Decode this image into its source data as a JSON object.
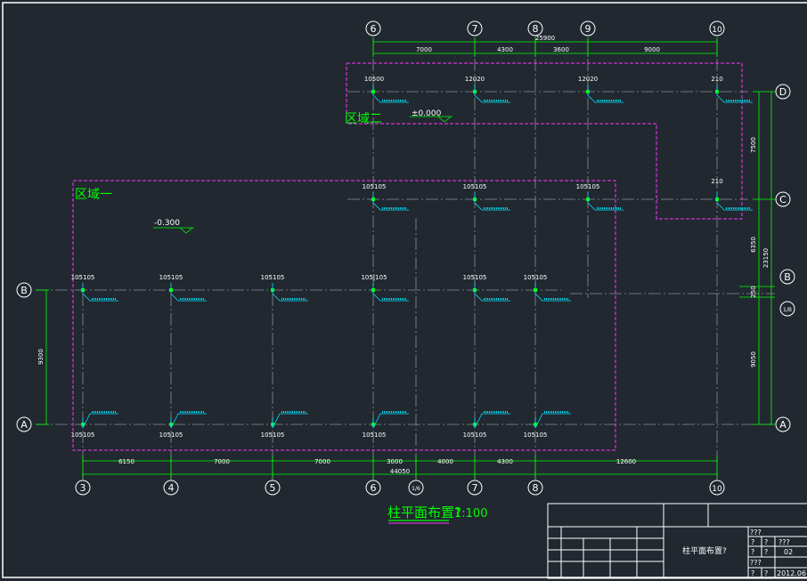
{
  "colors": {
    "background": "#212830",
    "frame": "#ffffff",
    "axis_line": "#8a8f96",
    "dimension": "#00ff00",
    "column_label": "#00e5ff",
    "region_border": "#ff33ff",
    "column_marker": "#00ff00"
  },
  "drawing": {
    "title": "柱平面布置?",
    "scale": "1:100",
    "region_one": "区域一",
    "region_two": "区域二",
    "elevation_one": "-0.300",
    "elevation_two": "±0.000"
  },
  "axis_labels": {
    "g6_top": "6",
    "g7_top": "7",
    "g8_top": "8",
    "g9_top": "9",
    "g10_top": "10",
    "g3_bottom": "3",
    "g4_bottom": "4",
    "g5_bottom": "5",
    "g6_bottom": "6",
    "g6a_bottom": "1/6",
    "g7_bottom": "7",
    "g8_bottom": "8",
    "g10_bottom": "10",
    "D": "D",
    "C": "C",
    "B_left": "B",
    "B_right": "B",
    "Ba_right": "1/B",
    "A_left": "A",
    "A_right": "A"
  },
  "dimensions": {
    "top_total": "25900",
    "top_1": "7000",
    "top_2": "4300",
    "top_3": "3600",
    "top_4": "9000",
    "bottom_1": "6150",
    "bottom_2": "7000",
    "bottom_3": "7000",
    "bottom_4": "3000",
    "bottom_5": "4000",
    "bottom_6": "4300",
    "bottom_7": "12600",
    "bottom_total": "44050",
    "left_1": "9300",
    "right_1": "7500",
    "right_2": "6350",
    "right_3": "250",
    "right_4": "9050",
    "right_total": "23150"
  },
  "column_marks": {
    "m105105": "105105",
    "m105105b": "105|105",
    "m12020": "12020",
    "m10500": "10500",
    "m210": "210"
  },
  "title_block": {
    "drawing_name": "柱平面布置?",
    "r1": "???",
    "r2a": "?",
    "r2b": "?",
    "r2c": "???",
    "r3a": "?",
    "r3b": "?",
    "r3c": "02",
    "r4": "???",
    "r5a": "?",
    "r5b": "?",
    "r5c": "2012.06"
  }
}
